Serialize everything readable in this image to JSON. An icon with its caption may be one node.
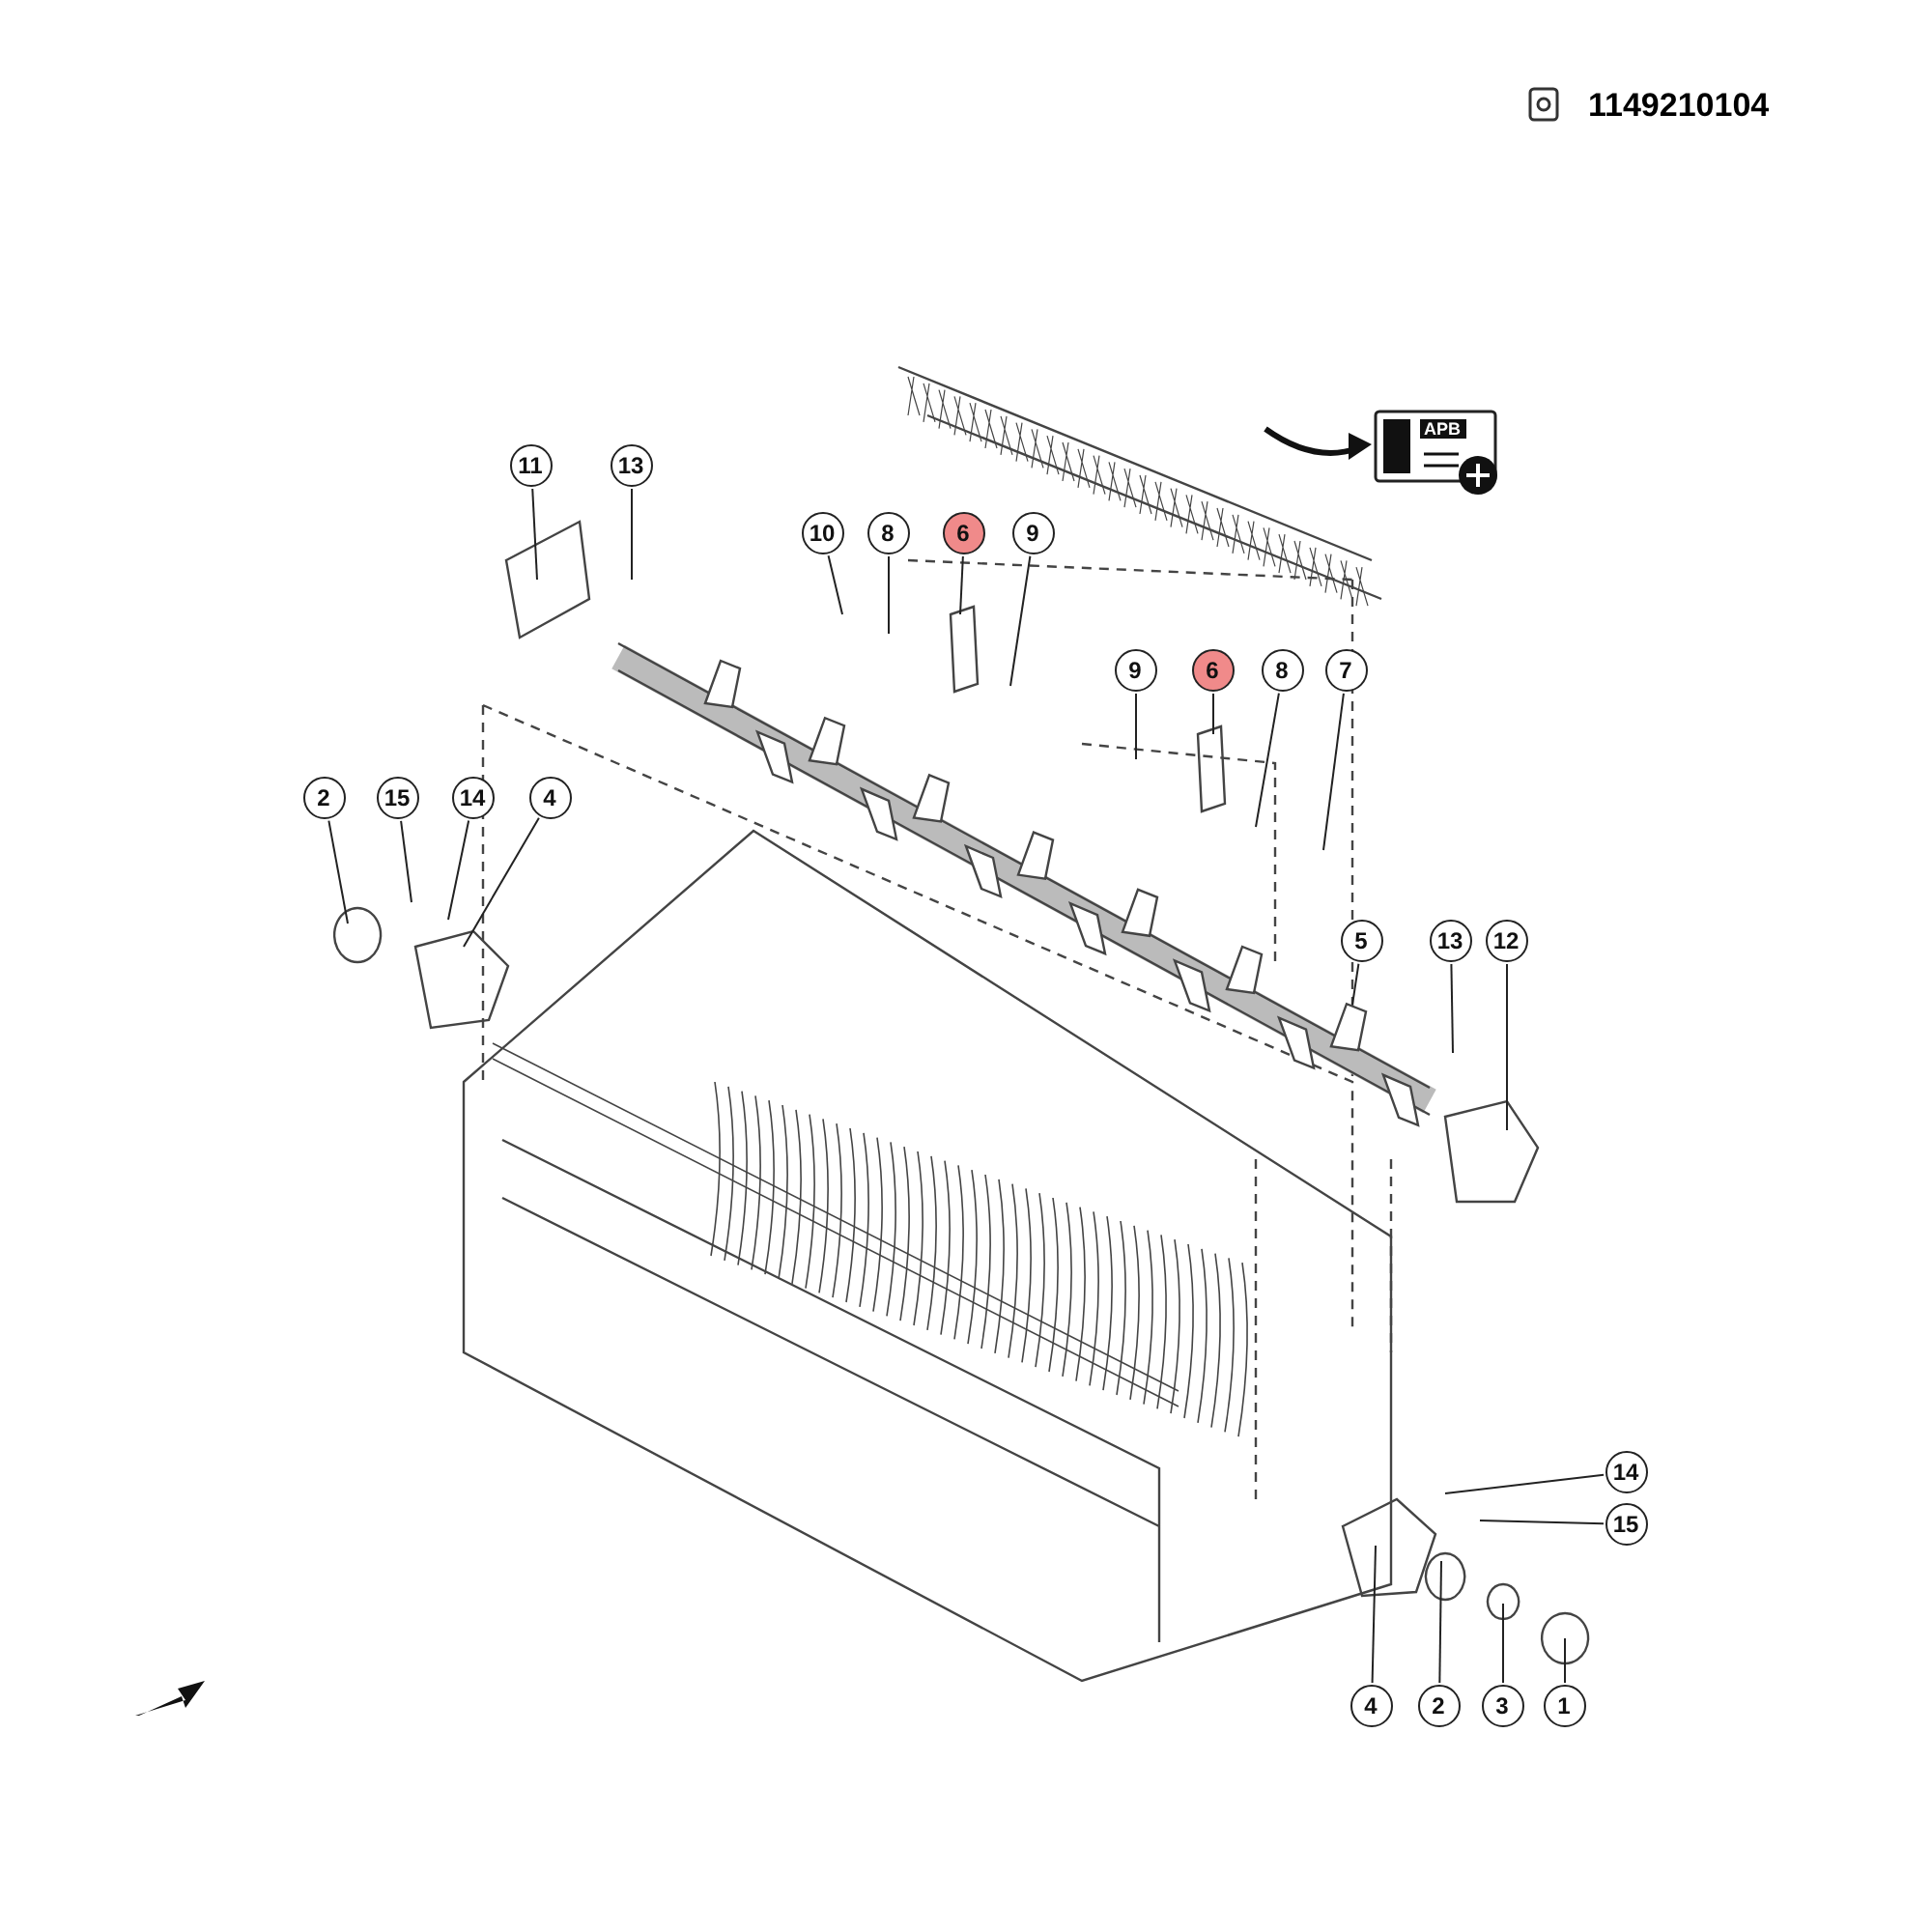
{
  "diagram": {
    "nodes": [
      {
        "text": [
          "11"
        ]
      },
      {
        "text": [
          "13"
        ]
      },
      {
        "text": [
          "10"
        ]
      },
      {
        "text": [
          "8"
        ]
      },
      {
        "text": [
          "6"
        ]
      },
      {
        "text": [
          "9"
        ]
      },
      {
        "text": [
          "9"
        ]
      },
      {
        "text": [
          "6"
        ]
      },
      {
        "text": [
          "8"
        ]
      },
      {
        "text": [
          "7"
        ]
      },
      {
        "text": [
          "2"
        ]
      },
      {
        "text": [
          "15"
        ]
      },
      {
        "text": [
          "14"
        ]
      },
      {
        "text": [
          "4"
        ]
      },
      {
        "text": [
          "5"
        ]
      },
      {
        "text": [
          "13"
        ]
      },
      {
        "text": [
          "12"
        ]
      },
      {
        "text": [
          "14"
        ]
      },
      {
        "text": [
          "15"
        ]
      },
      {
        "text": [
          "4"
        ]
      },
      {
        "text": [
          "2"
        ]
      },
      {
        "text": [
          "3"
        ]
      },
      {
        "text": [
          "1"
        ]
      }
    ],
    "edges": [
      {
        "from": 0,
        "to": null,
        "arrow": "none"
      },
      {
        "from": 1,
        "to": null,
        "arrow": "none"
      },
      {
        "from": 2,
        "to": null,
        "arrow": "none"
      },
      {
        "from": 3,
        "to": null,
        "arrow": "none"
      },
      {
        "from": 4,
        "to": null,
        "arrow": "none"
      },
      {
        "from": 5,
        "to": null,
        "arrow": "none"
      },
      {
        "from": 6,
        "to": null,
        "arrow": "none"
      },
      {
        "from": 7,
        "to": null,
        "arrow": "none"
      },
      {
        "from": 8,
        "to": null,
        "arrow": "none"
      },
      {
        "from": 9,
        "to": null,
        "arrow": "none"
      },
      {
        "from": 10,
        "to": null,
        "arrow": "none"
      },
      {
        "from": 11,
        "to": null,
        "arrow": "none"
      },
      {
        "from": 12,
        "to": null,
        "arrow": "none"
      },
      {
        "from": 13,
        "to": null,
        "arrow": "none"
      },
      {
        "from": 14,
        "to": null,
        "arrow": "none"
      },
      {
        "from": 15,
        "to": null,
        "arrow": "none"
      },
      {
        "from": 16,
        "to": null,
        "arrow": "none"
      },
      {
        "from": 17,
        "to": null,
        "arrow": "none"
      },
      {
        "from": 18,
        "to": null,
        "arrow": "none"
      },
      {
        "from": 19,
        "to": null,
        "arrow": "none"
      },
      {
        "from": 20,
        "to": null,
        "arrow": "none"
      },
      {
        "from": 21,
        "to": null,
        "arrow": "none"
      },
      {
        "from": 22,
        "to": null,
        "arrow": "none"
      }
    ],
    "labels": [
      "1149210104",
      "APB"
    ]
  }
}
